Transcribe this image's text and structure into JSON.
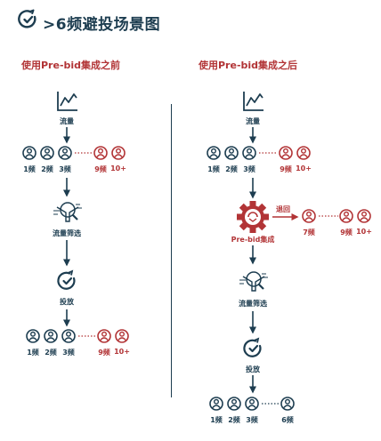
{
  "title": ">6频避投场景图",
  "colors": {
    "navy": "#1d3d50",
    "red": "#b23436"
  },
  "left": {
    "heading": "使用Pre-bid集成之前",
    "traffic_label": "流量",
    "filter_label": "流量筛选",
    "deliver_label": "投放",
    "top_row": [
      "1频",
      "2频",
      "3频",
      "9频",
      "10+"
    ],
    "bottom_row": [
      "1频",
      "2频",
      "3频",
      "9频",
      "10+"
    ]
  },
  "right": {
    "heading": "使用Pre-bid集成之后",
    "traffic_label": "流量",
    "top_row": [
      "1频",
      "2频",
      "3频",
      "9频",
      "10+"
    ],
    "prebid_label": "Pre-bid集成",
    "return_label": "退回",
    "returned_row": [
      "7频",
      "9频",
      "10+"
    ],
    "filter_label": "流量筛选",
    "deliver_label": "投放",
    "bottom_row": [
      "1频",
      "2频",
      "3频",
      "6频"
    ]
  },
  "icons": [
    "refresh-target-icon",
    "line-chart-icon",
    "user-icon",
    "filter-search-icon",
    "gear-icon",
    "arrow-down-icon",
    "arrow-right-icon"
  ]
}
